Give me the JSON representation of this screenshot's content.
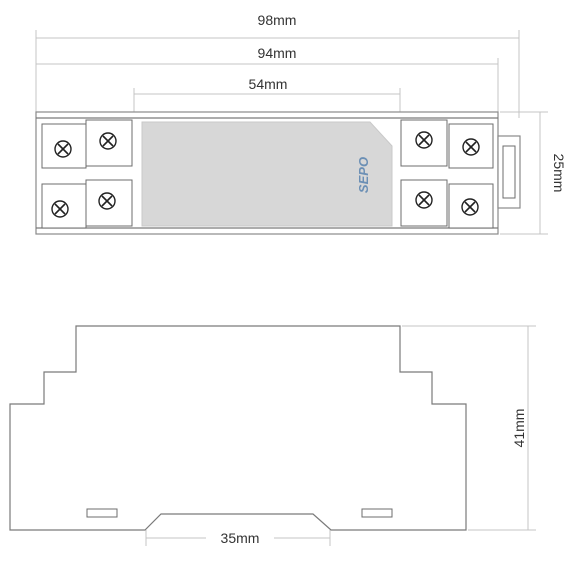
{
  "dimensions": {
    "top_overall_width": "98mm",
    "top_body_width": "94mm",
    "top_label_width": "54mm",
    "top_height": "25mm",
    "side_height": "41mm",
    "side_rail_width": "35mm"
  },
  "brand": {
    "logo_text": "SEPO"
  },
  "colors": {
    "label_panel": "#d7d7d7",
    "outline": "#7a7a7a",
    "dimension_line": "#c4c4c4",
    "text": "#333333"
  }
}
